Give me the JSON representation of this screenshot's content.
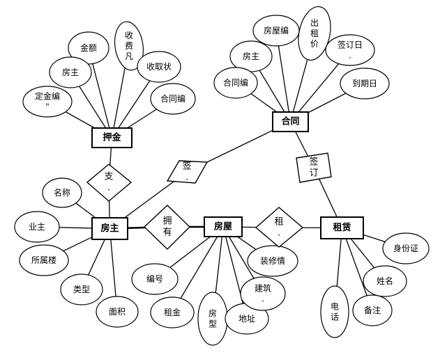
{
  "entities": {
    "deposit": "押金",
    "contract": "合同",
    "landlord": "房主",
    "house": "房屋",
    "rental": "租赁"
  },
  "relationships": {
    "pay": [
      "支",
      "."
    ],
    "sign_left": [
      "签",
      "."
    ],
    "sign_right": [
      "签",
      "订"
    ],
    "own": [
      "拥",
      "有"
    ],
    "rent": [
      "租",
      "."
    ]
  },
  "attributes": {
    "deposit_amount": [
      "金额"
    ],
    "deposit_landlord": [
      "房主"
    ],
    "deposit_receipt": [
      "收",
      "费",
      "凡"
    ],
    "deposit_status": [
      "收取状"
    ],
    "deposit_no": [
      "定金编",
      "\""
    ],
    "deposit_contract_no": [
      "合同编"
    ],
    "contract_house_no": [
      "房屋编"
    ],
    "contract_rent": [
      "出",
      "租",
      "价"
    ],
    "contract_landlord": [
      "房主"
    ],
    "contract_sign_date": [
      "签订日",
      "."
    ],
    "contract_no": [
      "合同编"
    ],
    "contract_due_date": [
      "到期日"
    ],
    "landlord_name": [
      "名称"
    ],
    "landlord_owner": [
      "业主"
    ],
    "landlord_building": [
      "所属楼"
    ],
    "landlord_type": [
      "类型"
    ],
    "landlord_area": [
      "面积"
    ],
    "house_no": [
      "编号"
    ],
    "house_decor": [
      "装修情"
    ],
    "house_rent": [
      "租金"
    ],
    "house_type": [
      "房",
      "型"
    ],
    "house_address": [
      "地址"
    ],
    "house_building": [
      "建筑",
      "."
    ],
    "rental_id": [
      "身份证"
    ],
    "rental_name": [
      "姓名"
    ],
    "rental_phone": [
      "电",
      "话"
    ],
    "rental_note": [
      "备注"
    ]
  }
}
